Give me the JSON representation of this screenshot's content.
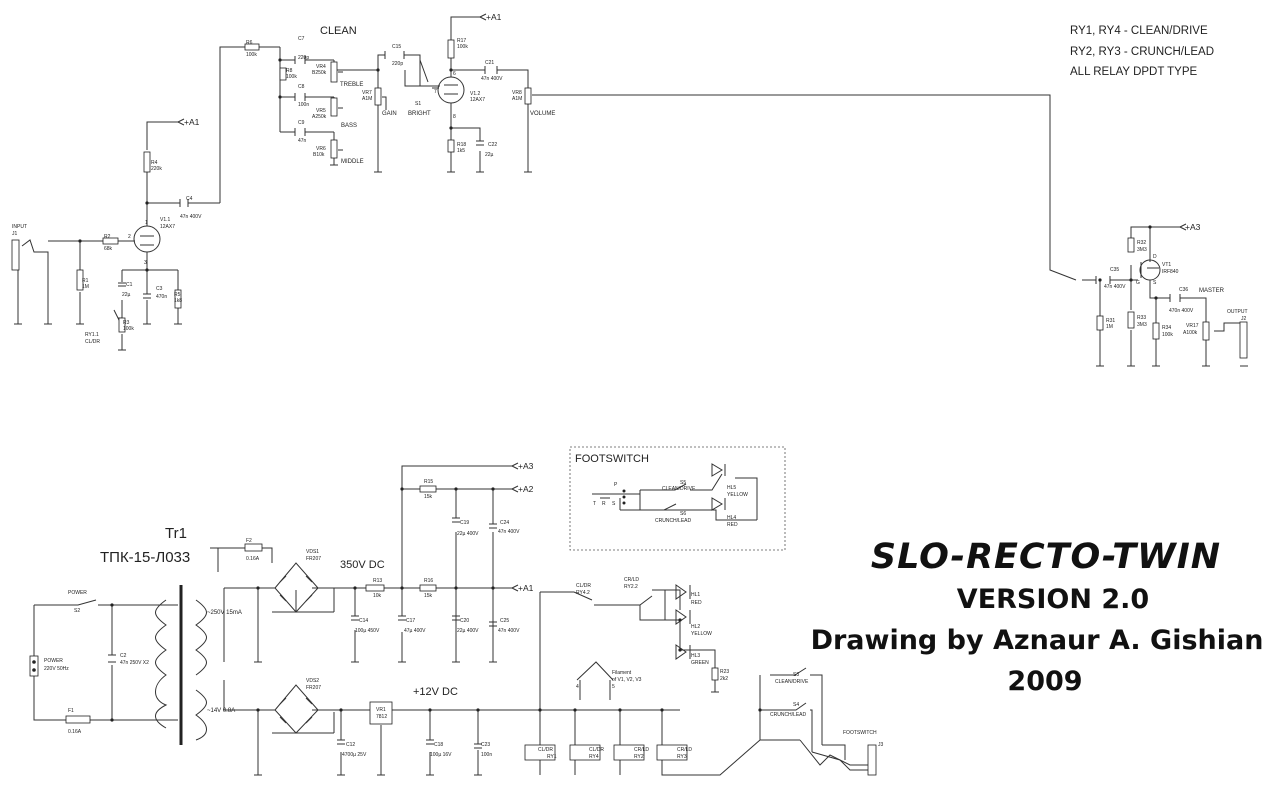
{
  "notes": {
    "line1": "RY1, RY4 - CLEAN/DRIVE",
    "line2": "RY2, RY3 - CRUNCH/LEAD",
    "line3": "ALL RELAY DPDT TYPE"
  },
  "title": {
    "name": "SLO-RECTO-TWIN",
    "version": "VERSION 2.0",
    "author": "Drawing by Aznaur A. Gishian",
    "year": "2009"
  },
  "rails": {
    "a1": "+A1",
    "a2": "+A2",
    "a3": "+A3",
    "hv": "350V DC",
    "lv": "+12V DC"
  },
  "sections": {
    "clean": "CLEAN",
    "footswitch": "FOOTSWITCH",
    "footswitch_jack": "FOOTSWITCH"
  },
  "controls": {
    "treble": "TREBLE",
    "bass": "BASS",
    "middle": "MIDDLE",
    "gain": "GAIN",
    "bright": "BRIGHT",
    "volume": "VOLUME",
    "master": "MASTER",
    "output": "OUTPUT",
    "input": "INPUT"
  },
  "components": {
    "j1": "J1",
    "j2": "J2",
    "j3": "J3",
    "r1": "R1",
    "r1v": "1M",
    "r2": "R2",
    "r2v": "68k",
    "r3": "R3",
    "r3v": "100k",
    "r4": "R4",
    "r4v": "220k",
    "r5": "R5",
    "r5v": "1k8",
    "r6": "R6",
    "r6v": "100k",
    "r8": "R8",
    "r8v": "100k",
    "r17": "R17",
    "r17v": "100k",
    "r18": "R18",
    "r18v": "1k5",
    "c1": "C1",
    "c1v": "22µ",
    "c3": "C3",
    "c3v": "470n",
    "c4": "C4",
    "c4v": "47n 400V",
    "c7": "C7",
    "c7v": "220p",
    "c8": "C8",
    "c8v": "100n",
    "c9": "C9",
    "c9v": "47n",
    "c15": "C15",
    "c15v": "220p",
    "c21": "C21",
    "c21v": "47n 400V",
    "c22": "C22",
    "c22v": "22µ",
    "v11": "V1.1",
    "v11t": "12AX7",
    "v12": "V1.2",
    "v12t": "12AX7",
    "vr4": "VR4",
    "vr4v": "B250k",
    "vr5": "VR5",
    "vr5v": "A250k",
    "vr6": "VR6",
    "vr6v": "B10k",
    "vr7": "VR7",
    "vr7v": "A1M",
    "vr8": "VR8",
    "vr8v": "A1M",
    "s1": "S1",
    "ry11": "RY1.1",
    "ry11f": "CL/DR",
    "pin1": "1",
    "pin2": "2",
    "pin3": "3",
    "pin6": "6",
    "pin7": "7",
    "pin8": "8",
    "r31": "R31",
    "r31v": "1M",
    "r32": "R32",
    "r32v": "3M3",
    "r33": "R33",
    "r33v": "3M3",
    "r34": "R34",
    "r34v": "100k",
    "c35": "C35",
    "c35v": "47n 400V",
    "c36": "C36",
    "c36v": "470n 400V",
    "vt1": "VT1",
    "vt1t": "IRF840",
    "pd": "D",
    "pg": "G",
    "ps": "S",
    "vr17": "VR17",
    "vr17v": "A100k",
    "tr1": "Tr1",
    "tr1t": "ТПК-15-Л033",
    "f1": "F1",
    "f1v": "0.16A",
    "f2": "F2",
    "f2v": "0.16A",
    "s2": "S2",
    "power": "POWER",
    "power_plug": "POWER",
    "mains": "220V 50Hz",
    "c2": "C2",
    "c2v": "47n 250V X2",
    "sec1": "~250V 15mA",
    "sec2": "~14V 0.8A",
    "vds1": "VDS1",
    "vds1t": "FR207",
    "vds2": "VDS2",
    "vds2t": "FR207",
    "r13": "R13",
    "r13v": "10k",
    "r15": "R15",
    "r15v": "15k",
    "r16": "R16",
    "r16v": "15k",
    "c14": "C14",
    "c14v": "100µ 450V",
    "c17": "C17",
    "c17v": "47µ 400V",
    "c19": "C19",
    "c19v": "22µ 400V",
    "c20": "C20",
    "c20v": "22µ 400V",
    "c24": "C24",
    "c24v": "47n 400V",
    "c25": "C25",
    "c25v": "47n 400V",
    "c12": "C12",
    "c12v": "4700µ 25V",
    "c18": "C18",
    "c18v": "100µ 16V",
    "c23": "C23",
    "c23v": "100n",
    "vr1": "VR1",
    "vr1t": "7812",
    "ry42": "RY4.2",
    "ry42f": "CL/DR",
    "ry22": "RY2.2",
    "ry22f": "CR/LD",
    "hl1": "HL1",
    "hl1c": "RED",
    "hl2": "HL2",
    "hl2c": "YELLOW",
    "hl3": "HL3",
    "hl3c": "GREEN",
    "r23": "R23",
    "r23v": "2k2",
    "fil": "Filament",
    "filv": "of V1, V2, V3",
    "fil4": "4",
    "fil5": "5",
    "ry1": "RY1",
    "ry1f": "CL/DR",
    "ry4": "RY4",
    "ry4f": "CL/DR",
    "ry2": "RY2",
    "ry2f": "CR/LD",
    "ry3": "RY3",
    "ry3f": "CR/LD",
    "s3": "S3",
    "s3f": "CLEAN/DRIVE",
    "s4": "S4",
    "s4f": "CRUNCH/LEAD",
    "s5": "S5",
    "s5f": "CLEAN/DRIVE",
    "s6": "S6",
    "s6f": "CRUNCH/LEAD",
    "hl4": "HL4",
    "hl4c": "RED",
    "hl5": "HL5",
    "hl5c": "YELLOW",
    "p": "P",
    "t": "T",
    "r": "R",
    "s": "S"
  }
}
